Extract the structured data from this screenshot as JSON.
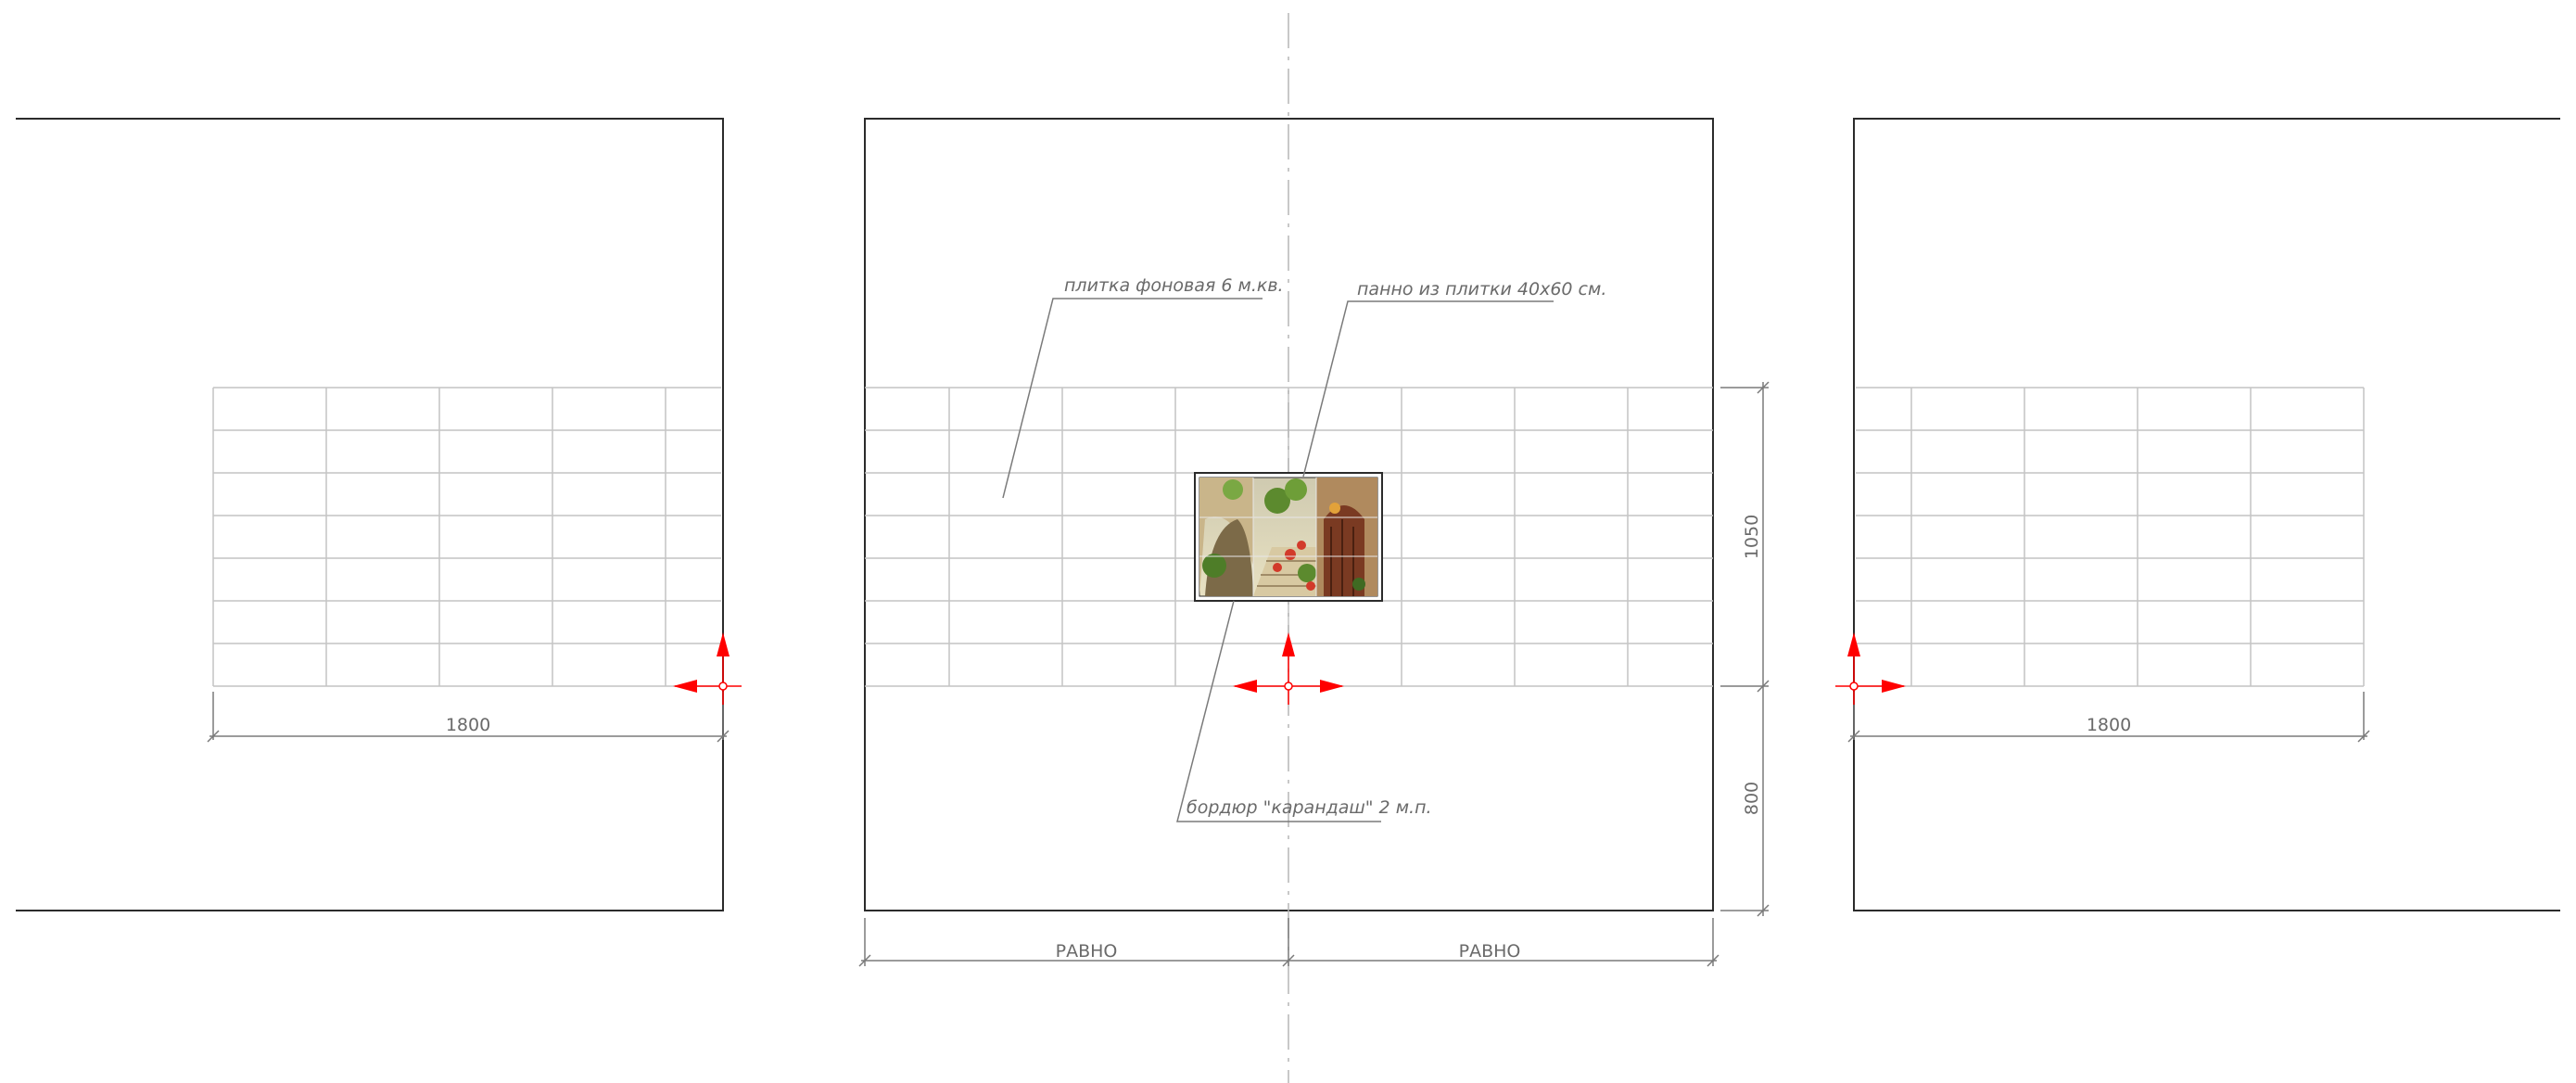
{
  "labels": {
    "background_tile": "плитка фоновая 6 м.кв.",
    "panel_tile": "панно из плитки 40х60 см.",
    "border": "бордюр \"карандаш\" 2 м.п."
  },
  "dimensions": {
    "left_wall_width": "1800",
    "right_wall_width": "1800",
    "center_left_half": "РАВНО",
    "center_right_half": "РАВНО",
    "tile_band_height": "1050",
    "base_height": "800"
  },
  "colors": {
    "wall_outline": "#2b2b2b",
    "tile_grid": "#c4c4c4",
    "dimension_line": "#7a7a7a",
    "axis_line": "#b5b5b5",
    "marker": "#ff0000"
  },
  "icons": {
    "marker": "red-arrow-marker-icon",
    "mural": "village-street-mural-icon"
  }
}
